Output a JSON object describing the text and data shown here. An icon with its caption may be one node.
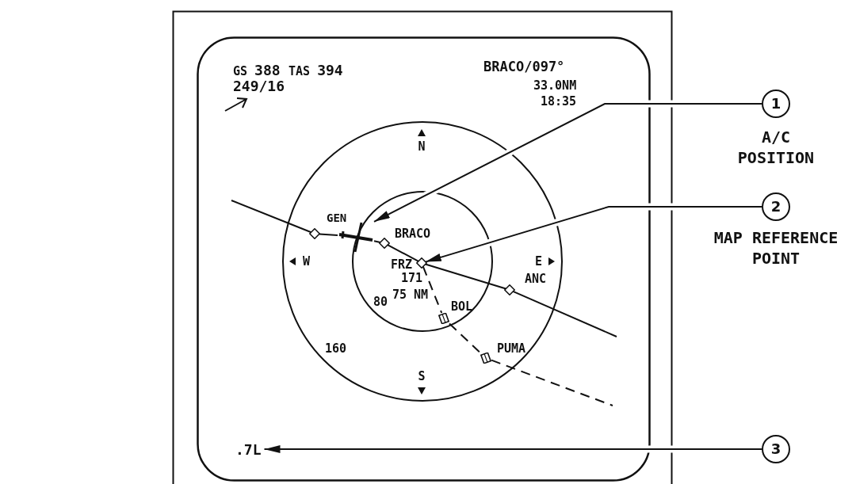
{
  "diagram": {
    "nodes": [
      {
        "text": [
          "1"
        ],
        "beside": [
          "A/C POSITION"
        ]
      },
      {
        "text": [],
        "shape": "diamond"
      },
      {
        "text": [],
        "shape": "picture"
      },
      {
        "text": [],
        "shape": "diamond",
        "beside": [
          "BRACO"
        ]
      },
      {
        "text": [
          "2"
        ],
        "beside": [
          "MAP REFERENCE POINT"
        ]
      },
      {
        "text": [],
        "shape": "diamond",
        "beside": [
          "FRZ"
        ]
      },
      {
        "text": [],
        "shape": "diamond",
        "beside": [
          "ANC"
        ]
      },
      {
        "text": [],
        "shape": "box",
        "beside": [
          "BOL"
        ]
      },
      {
        "text": [],
        "shape": "box",
        "beside": [
          "PUMA"
        ]
      },
      {
        "text": [
          ".7L"
        ]
      },
      {
        "text": [
          "3"
        ]
      }
    ],
    "edges": [
      {
        "from": 0,
        "to": 2,
        "arrow": "to"
      },
      {
        "from": 4,
        "to": 5,
        "arrow": "to"
      },
      {
        "from": 10,
        "to": 9,
        "arrow": "to"
      },
      {
        "from": null,
        "to": 1,
        "arrow": "none"
      },
      {
        "from": 1,
        "to": 2,
        "arrow": "none"
      },
      {
        "from": 2,
        "to": 3,
        "arrow": "none"
      },
      {
        "from": 3,
        "to": 5,
        "arrow": "none"
      },
      {
        "from": 5,
        "to": 6,
        "arrow": "none"
      },
      {
        "from": 6,
        "to": null,
        "arrow": "none"
      },
      {
        "from": 5,
        "to": 7,
        "arrow": "none",
        "style": "dashed"
      },
      {
        "from": 7,
        "to": 8,
        "arrow": "none",
        "style": "dashed"
      },
      {
        "from": 8,
        "to": null,
        "arrow": "none",
        "style": "dashed"
      }
    ],
    "labels": [
      "GS 388",
      "TAS 394",
      "BRACO/097°",
      "249/16",
      "33.0NM",
      "18:35",
      "N",
      "GEN",
      "W",
      "E",
      "171",
      "75 NM",
      "80",
      "160",
      "S"
    ]
  }
}
